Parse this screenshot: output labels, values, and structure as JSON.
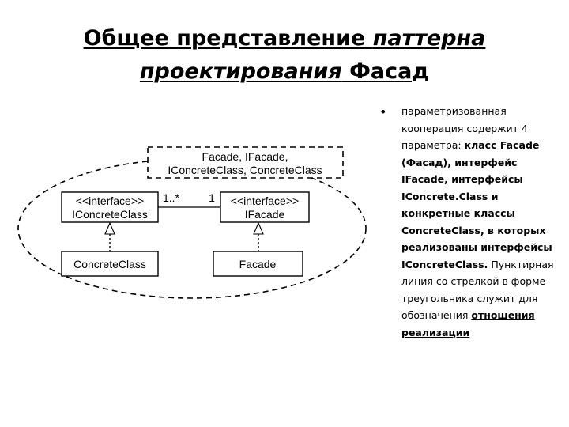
{
  "title": {
    "part1": "Общее представление ",
    "part2": "паттерна",
    "part3": "проектирования",
    "part4": " Фасад"
  },
  "diagram": {
    "collab_params_line1": "Facade, IFacade,",
    "collab_params_line2": "IConcreteClass, ConcreteClass",
    "iconcrete_stereotype": "<<interface>>",
    "iconcrete_name": "IConcreteClass",
    "ifacade_stereotype": "<<interface>>",
    "ifacade_name": "IFacade",
    "multiplicity_left": "1..*",
    "multiplicity_right": "1",
    "concrete_class": "ConcreteClass",
    "facade_class": "Facade"
  },
  "bullet": {
    "t1": "параметризованная кооперация содержит 4 параметра: ",
    "t2": "класс Facade (Фасад), интерфейс IFacade, интерфейсы IConcrete.Class и конкретные классы ConcreteClass, в которых реализованы интерфейсы IConcreteClass.",
    "t3": " Пунктирная линия со стрелкой в форме треугольника служит для обозначения ",
    "t4": "отношения реализации"
  }
}
